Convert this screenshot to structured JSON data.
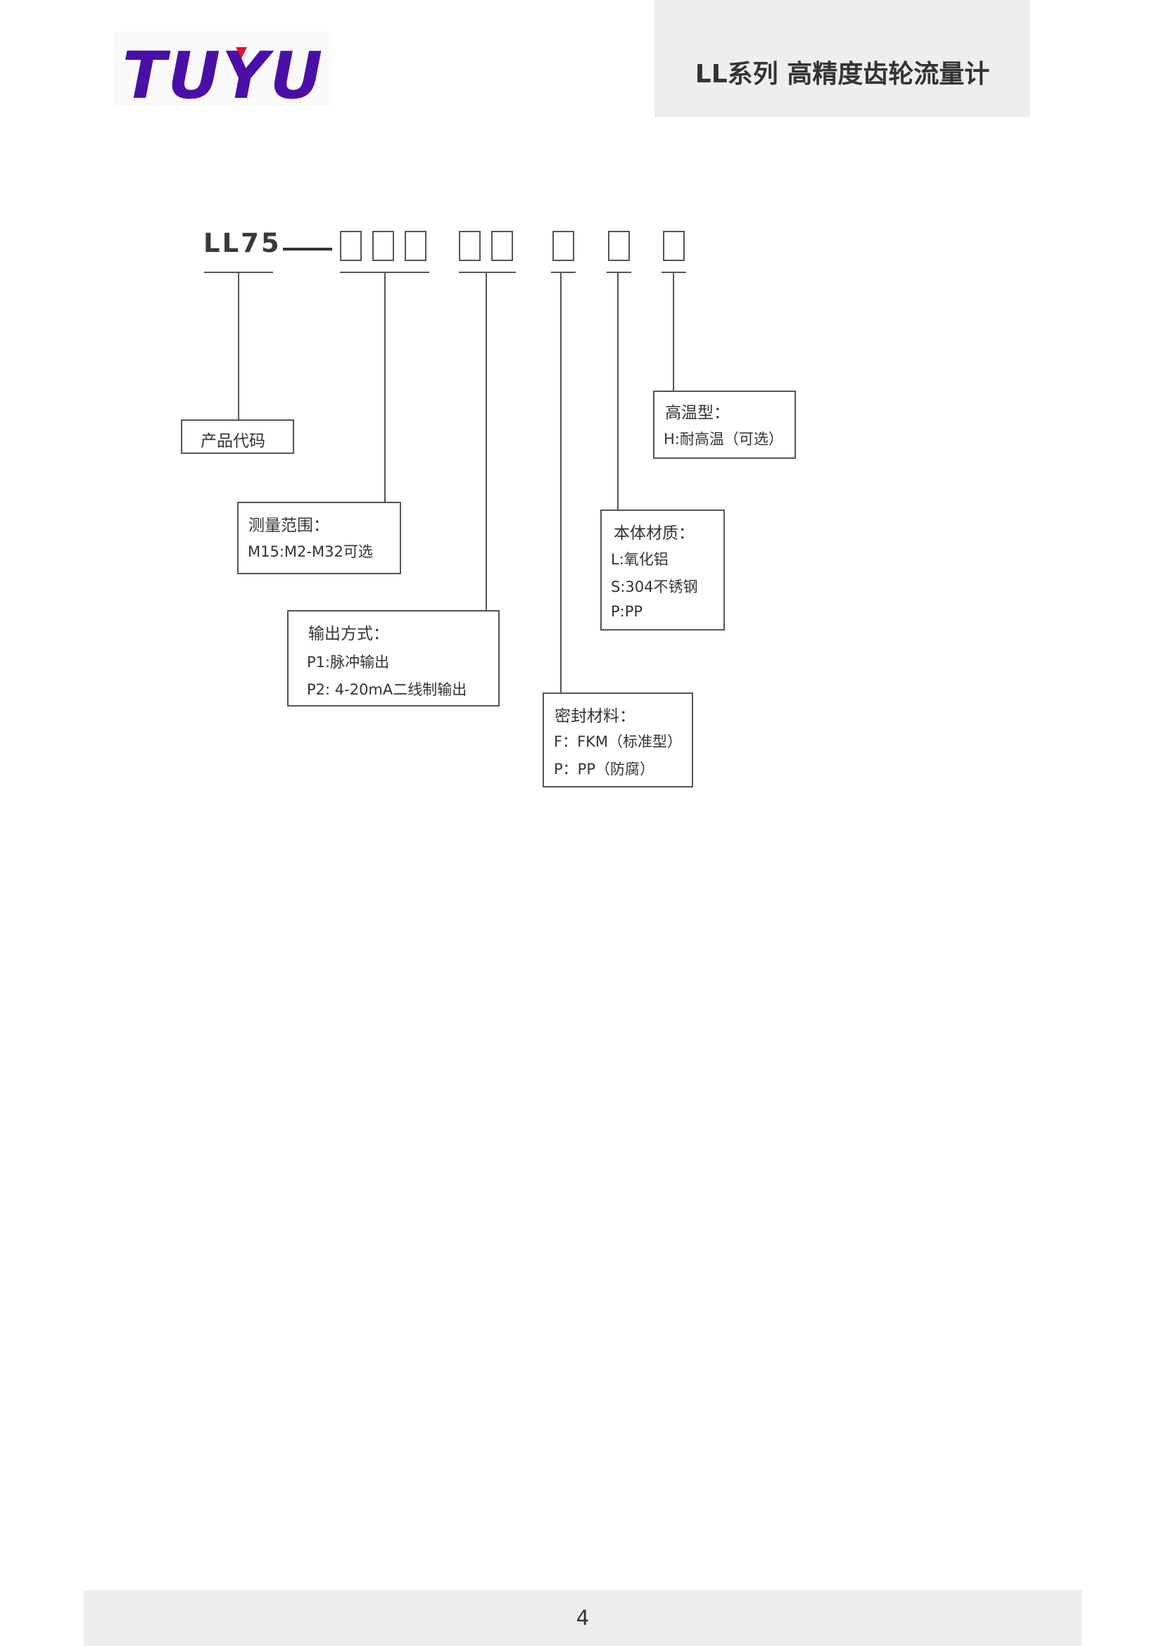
{
  "header": {
    "logo_text": "TUYU",
    "title": "LL系列 高精度齿轮流量计"
  },
  "diagram": {
    "model_code": "LL75",
    "product_code_label": "产品代码",
    "range": {
      "title": "测量范围：",
      "lines": [
        "M15:M2-M32可选"
      ]
    },
    "output": {
      "title": "输出方式：",
      "lines": [
        "P1:脉冲输出",
        "P2: 4-20mA二线制输出"
      ]
    },
    "seal": {
      "title": "密封材料：",
      "lines": [
        "F：FKM（标准型）",
        "P：PP（防腐）"
      ]
    },
    "body": {
      "title": "本体材质：",
      "lines": [
        "L:氧化铝",
        "S:304不锈钢",
        "P:PP"
      ]
    },
    "temp": {
      "title": "高温型：",
      "lines": [
        "H:耐高温（可选）"
      ]
    }
  },
  "footer": {
    "page_number": "4"
  },
  "colors": {
    "logo": "#4a0fa8",
    "logo_accent": "#e8102a",
    "line": "#555555",
    "panel": "#eeeeee"
  }
}
